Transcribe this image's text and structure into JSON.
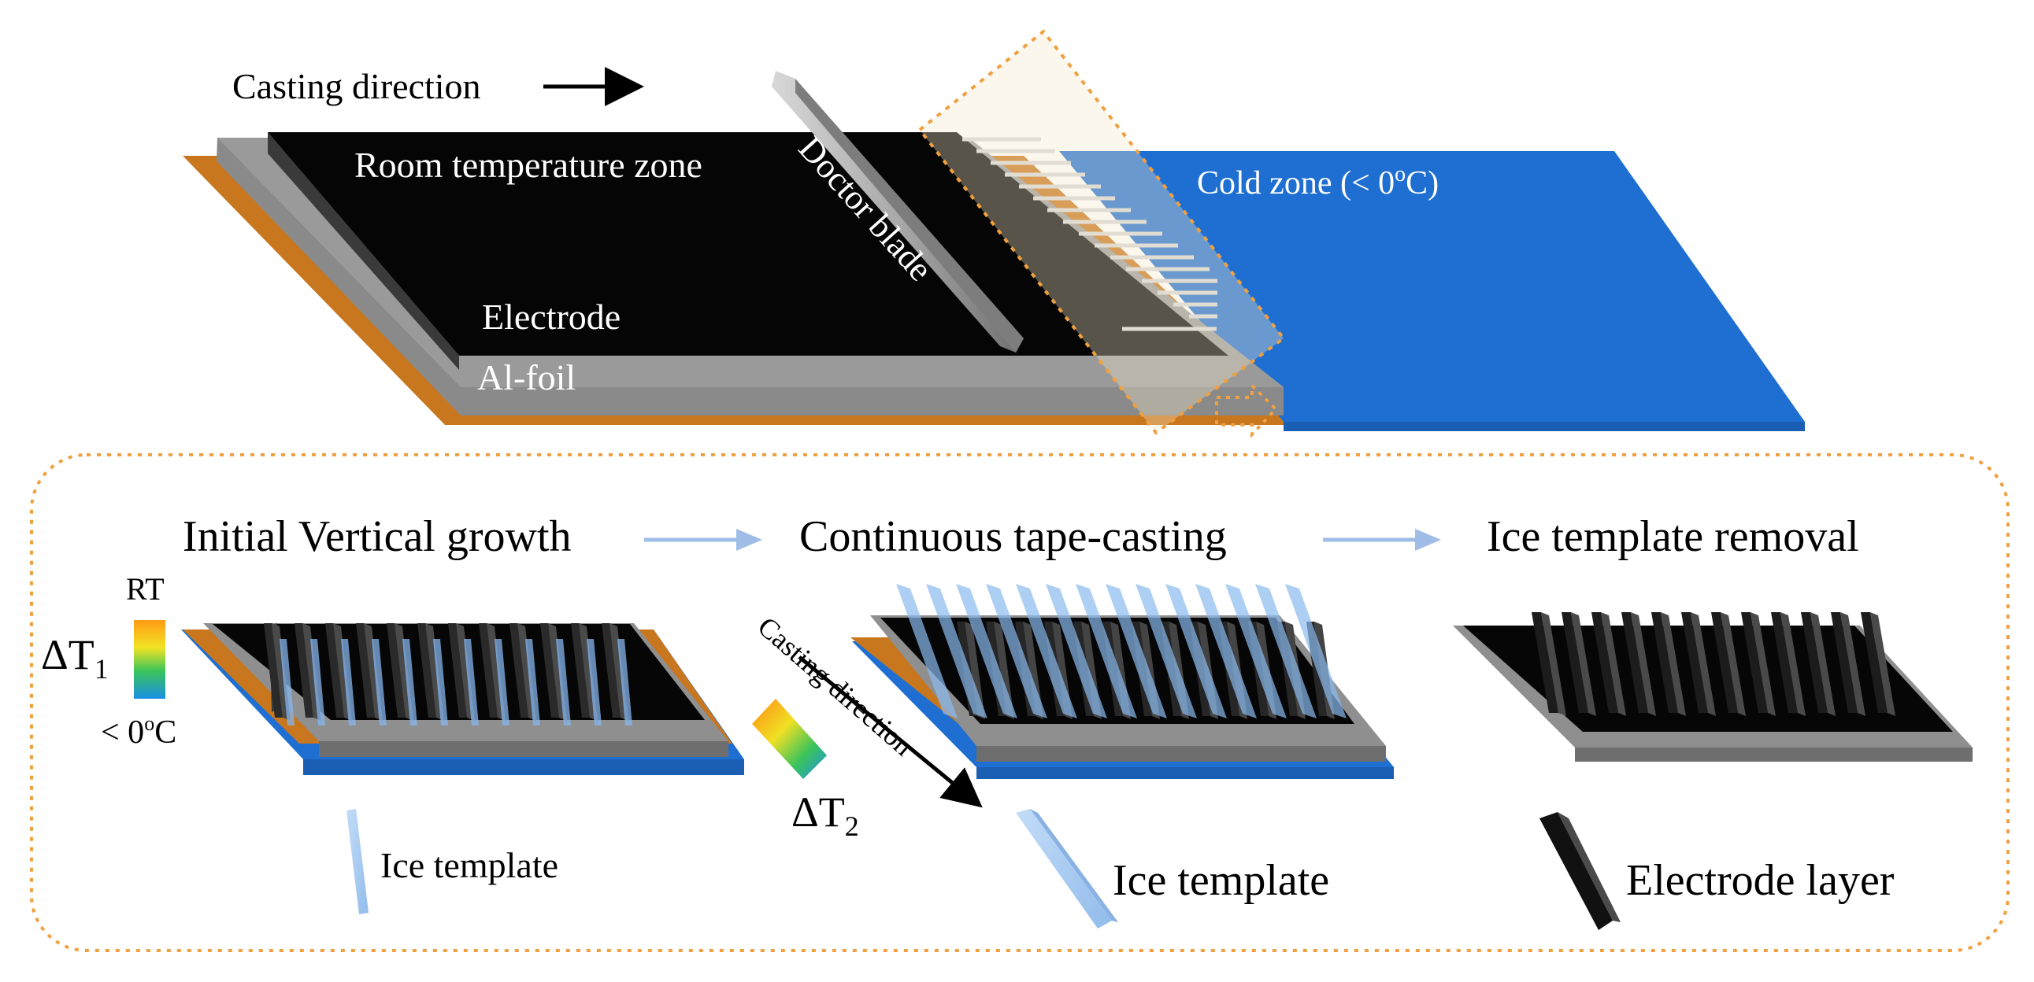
{
  "top": {
    "casting_direction": "Casting direction",
    "room_zone": "Room temperature zone",
    "doctor_blade": "Doctor blade",
    "cold_zone": "Cold zone (< 0",
    "cold_zone_sup": "o",
    "cold_zone_end": "C)",
    "electrode": "Electrode",
    "al_foil": "Al-foil"
  },
  "steps": [
    {
      "title": "Initial Vertical growth"
    },
    {
      "title": "Continuous tape-casting"
    },
    {
      "title": "Ice template removal"
    }
  ],
  "gradient": {
    "rt": "RT",
    "cold": "< 0",
    "cold_sup": "o",
    "cold_end": "C",
    "dt1_main": "ΔT",
    "dt1_sub": "1",
    "dt2_main": "ΔT",
    "dt2_sub": "2",
    "casting_direction": "Casting direction"
  },
  "legend": {
    "ice1": "Ice template",
    "ice2": "Ice template",
    "electrode_layer": "Electrode layer"
  },
  "colors": {
    "orange_frame": "#f0a040",
    "cold_blue": "#1e6fd1",
    "copper": "#c8771e",
    "ice": "#9fc4ef"
  }
}
